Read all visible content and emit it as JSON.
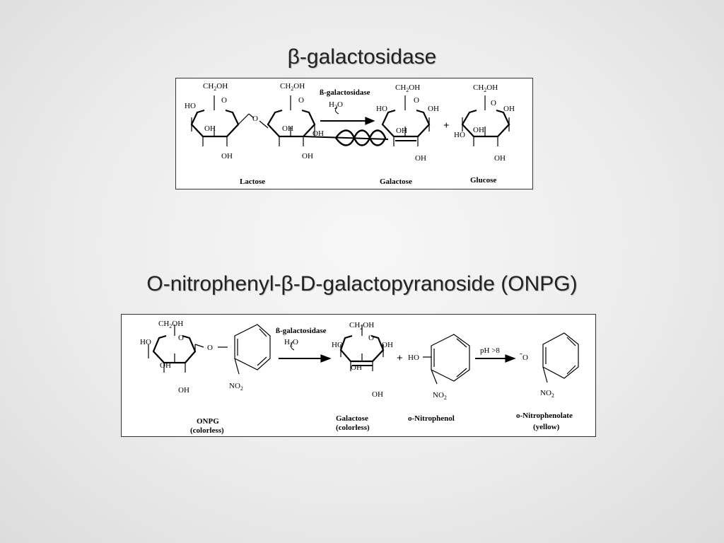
{
  "titles": {
    "top": "β-galactosidase",
    "bottom": "O-nitrophenyl-β-D-galactopyranoside (ONPG)"
  },
  "reaction1": {
    "enzyme": "ß-galactosidase",
    "water": "H",
    "water_sub": "2",
    "water_o": "O",
    "plus": "+",
    "labels": {
      "lactose": "Lactose",
      "galactose": "Galactose",
      "glucose": "Glucose"
    }
  },
  "reaction2": {
    "enzyme": "ß-galactosidase",
    "water": "H",
    "water_sub": "2",
    "water_o": "O",
    "ph": "pH >8",
    "plus": "+",
    "labels": {
      "onpg": "ONPG",
      "onpg_sub": "(colorless)",
      "galactose": "Galactose",
      "galactose_sub": "(colorless)",
      "nitrophenol": "o-Nitrophenol",
      "nitrophenolate": "o-Nitrophenolate",
      "nitrophenolate_sub": "(yellow)"
    }
  },
  "atoms": {
    "ch2oh_c": "CH",
    "ch2oh_sub": "2",
    "ch2oh_oh": "OH",
    "o": "O",
    "ho": "HO",
    "oh": "OH",
    "no2_n": "NO",
    "no2_sub": "2",
    "minus": "-"
  }
}
